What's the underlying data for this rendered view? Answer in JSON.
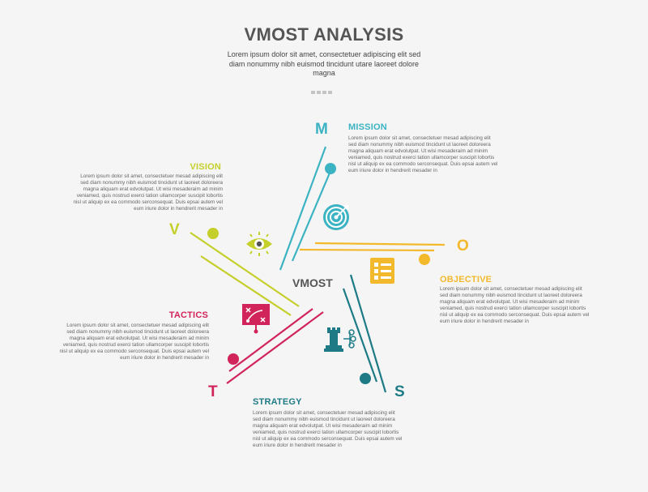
{
  "header": {
    "title": "VMOST ANALYSIS",
    "subtitle": "Lorem ipsum dolor sit amet, consectetuer adipiscing elit sed diam nonummy nibh euismod tincidunt utare laoreet dolore magna"
  },
  "center": {
    "label": "VMOST"
  },
  "sections": {
    "mission": {
      "letter": "M",
      "heading": "MISSION",
      "color": "#3bb3c3",
      "text": "Lorem ipsum dolor sit amet, consectetuer mesad adipiscing elit sed diam nonummy nibh euismod tincidunt ut laoreet doloreera magna aliquam erat edvolutpat. Ut wisi mesaderaim ad minim veniamed, quis nostrud exerci tation ullamcorper suscipit lobortis nisl ut aliquip ex ea commodo serconsequat. Duis epsai autem vel eum iriure dolor in hendrerit mesader in",
      "icon": "target-icon"
    },
    "vision": {
      "letter": "V",
      "heading": "VISION",
      "color": "#c5cf2a",
      "text": "Lorem ipsum dolor sit amet, consectetuer mesad adipiscing elit sed diam nonummy nibh euismod tincidunt ut laoreet doloreera magna aliquam erat edvolutpat. Ut wisi mesaderaim ad minim veniamed, quis nostrud exerci tation ullamcorper suscipit lobortis nisl ut aliquip ex ea commodo serconsequat. Duis epsai autem vel eum iriure dolor in hendrerit mesader in",
      "icon": "eye-icon"
    },
    "objective": {
      "letter": "O",
      "heading": "OBJECTIVE",
      "color": "#f2b92c",
      "text": "Lorem ipsum dolor sit amet, consectetuer mesad adipiscing elit sed diam nonummy nibh euismod tincidunt ut laoreet doloreera magna aliquam erat edvolutpat. Ut wisi mesaderaim ad minim veniamed, quis nostrud exerci tation ullamcorper suscipit lobortis nisl ut aliquip ex ea commodo serconsequat. Duis epsai autem vel eum iriure dolor in hendrerit mesader in",
      "icon": "checklist-icon"
    },
    "tactics": {
      "letter": "T",
      "heading": "TACTICS",
      "color": "#d1245b",
      "text": "Lorem ipsum dolor sit amet, consectetuer mesad adipiscing elit sed diam nonummy nibh euismod tincidunt ut laoreet doloreera magna aliquam erat edvolutpat. Ut wisi mesaderaim ad minim veniamed, quis nostrud exerci tation ullamcorper suscipit lobortis nisl ut aliquip ex ea commodo serconsequat. Duis epsai autem vel eum iriure dolor in hendrerit mesader in",
      "icon": "tactics-board-icon"
    },
    "strategy": {
      "letter": "S",
      "heading": "STRATEGY",
      "color": "#1e7b86",
      "text": "Lorem ipsum dolor sit amet, consectetuer mesad adipiscing elit sed diam nonummy nibh euismod tincidunt ut laoreet doloreera magna aliquam erat edvolutpat. Ut wisi mesaderaim ad minim veniamed, quis nostrud exerci tation ullamcorper suscipit lobortis nisl ut aliquip ex ea commodo serconsequat. Duis epsai autem vel eum iriure dolor in hendrerit mesader in",
      "icon": "chess-rook-icon"
    }
  }
}
